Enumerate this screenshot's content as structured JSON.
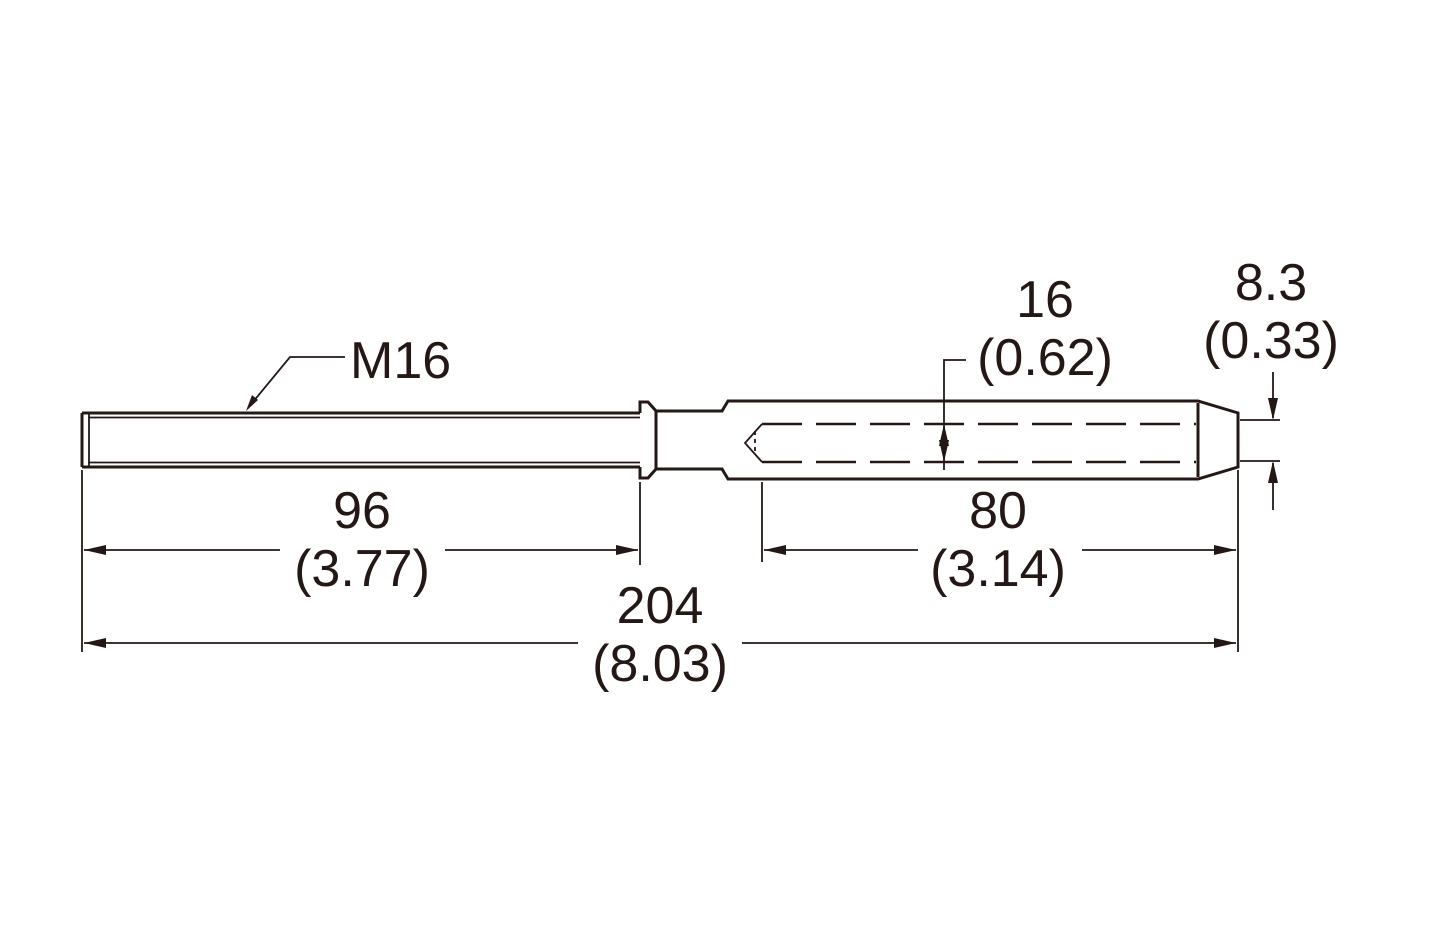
{
  "colors": {
    "line": "#231815",
    "background": "#ffffff"
  },
  "thread_label": "M16",
  "dimensions": {
    "thread_length": {
      "mm": "96",
      "inch": "(3.77)"
    },
    "bore_length": {
      "mm": "80",
      "inch": "(3.14)"
    },
    "overall_length": {
      "mm": "204",
      "inch": "(8.03)"
    },
    "bore_diameter": {
      "mm": "16",
      "inch": "(0.62)"
    },
    "tip_width": {
      "mm": "8.3",
      "inch": "(0.33)"
    }
  }
}
